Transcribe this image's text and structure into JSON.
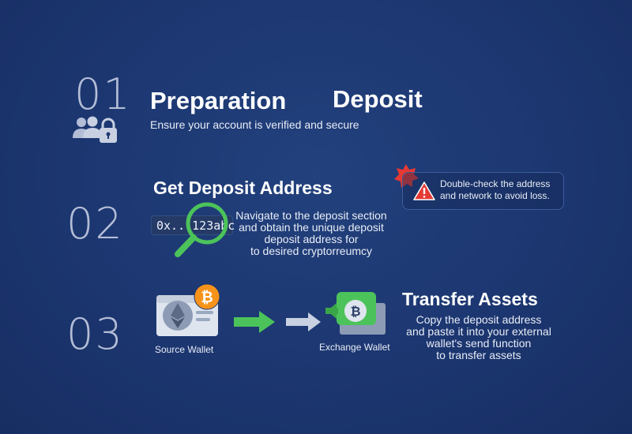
{
  "step1": {
    "number": "01",
    "title_left": "Preparation",
    "title_right": "Deposit",
    "description": "Ensure your account is verified and secure",
    "icon": "users-lock-icon"
  },
  "step2": {
    "number": "02",
    "title": "Get Deposit Address",
    "address": "0x...123abc",
    "description_lines": [
      "Navigate to the deposit section",
      "and obtain the unique deposit",
      "deposit address for",
      "to desired cryptorreumcy"
    ],
    "icon": "magnifier-icon"
  },
  "warning": {
    "lines": [
      "Double-check the address",
      "and network to avoid loss."
    ],
    "icon": "warning-triangle-icon",
    "color": "#e53935"
  },
  "step3": {
    "number": "03",
    "title": "Transfer Assets",
    "source_label": "Source Wallet",
    "exchange_label": "Exchange Wallet",
    "description_lines": [
      "Copy the deposit address",
      "and paste it into your external",
      "wallet's send function",
      "to transfer assets"
    ],
    "icons": [
      "ethereum-card-icon",
      "bitcoin-coin-icon",
      "arrow-right-icon",
      "exchange-wallet-icon"
    ]
  },
  "colors": {
    "background": "#1c3670",
    "accent_green": "#4cc35a",
    "bitcoin_orange": "#f7931a",
    "number_gray": "#b3bdd6"
  }
}
